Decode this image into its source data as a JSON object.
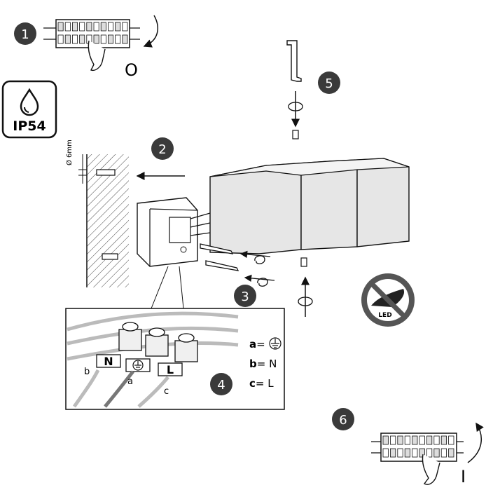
{
  "steps": {
    "s1": "1",
    "s2": "2",
    "s3": "3",
    "s4": "4",
    "s5": "5",
    "s6": "6"
  },
  "switch_states": {
    "off": "O",
    "on": "I"
  },
  "protection": {
    "rating": "IP54",
    "icon": "water-drop-icon"
  },
  "drill": {
    "diameter_label": "Ø 6mm"
  },
  "wiring": {
    "terminal_n": "N",
    "terminal_l": "L",
    "wire_a": "a",
    "wire_b": "b",
    "wire_c": "c",
    "legend": [
      {
        "key": "a",
        "eq": "=",
        "value": "",
        "icon": "earth-ground-icon"
      },
      {
        "key": "b",
        "eq": "= ",
        "value": "N"
      },
      {
        "key": "c",
        "eq": "=  ",
        "value": "L"
      }
    ]
  },
  "led_sign": {
    "text": "LED",
    "icon": "no-led-replacement-icon"
  },
  "colors": {
    "badge_fill": "#3a3a3a",
    "lamp_fill": "#e6e6e6",
    "line": "#111111",
    "led_ring": "#555555"
  }
}
